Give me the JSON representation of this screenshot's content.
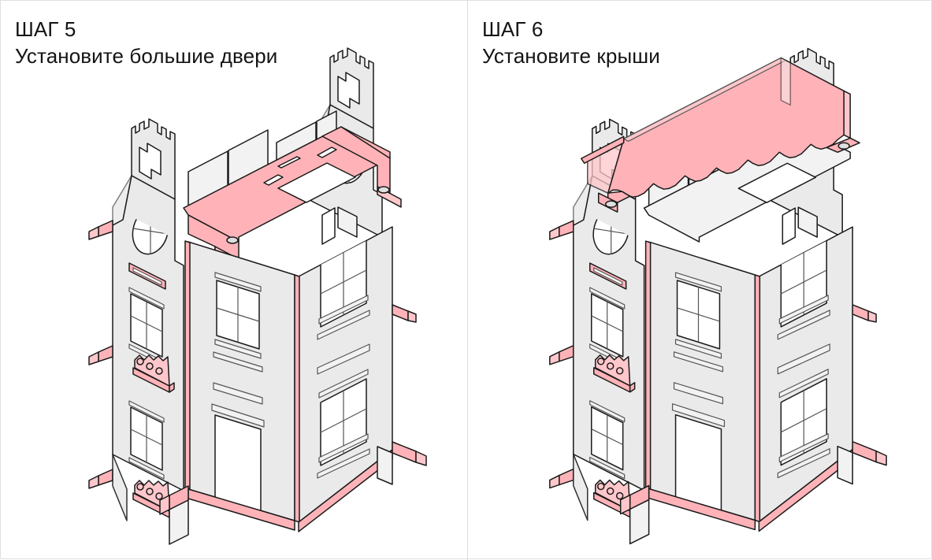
{
  "document": {
    "type": "assembly-instructions",
    "language": "ru",
    "background_color": "#ffffff",
    "border_color": "#e0e0e0",
    "divider_color": "#dcdcdc"
  },
  "palette": {
    "highlight_pink": "#FFB3B8",
    "highlight_pink_light": "#FFC7CB",
    "panel_gray": "#EAEAEA",
    "panel_gray_light": "#F2F2F2",
    "panel_gray_dark": "#DCDCDC",
    "outline": "#1A1A1A",
    "outline_soft": "#555555",
    "white": "#FFFFFF",
    "text": "#141414"
  },
  "panels": [
    {
      "id": "step-5",
      "step_label": "ШАГ 5",
      "step_title": "Установите большие двери",
      "highlight_part": "floor-panel",
      "illustration": {
        "subject": "dollhouse-assembly",
        "view": "isometric",
        "highlighted_color": "#FFB3B8",
        "body_color": "#EAEAEA"
      }
    },
    {
      "id": "step-6",
      "step_label": "ШАГ 6",
      "step_title": "Установите крыши",
      "highlight_part": "roof-panel",
      "illustration": {
        "subject": "dollhouse-assembly",
        "view": "isometric",
        "highlighted_color": "#FFB3B8",
        "body_color": "#EAEAEA"
      }
    }
  ]
}
